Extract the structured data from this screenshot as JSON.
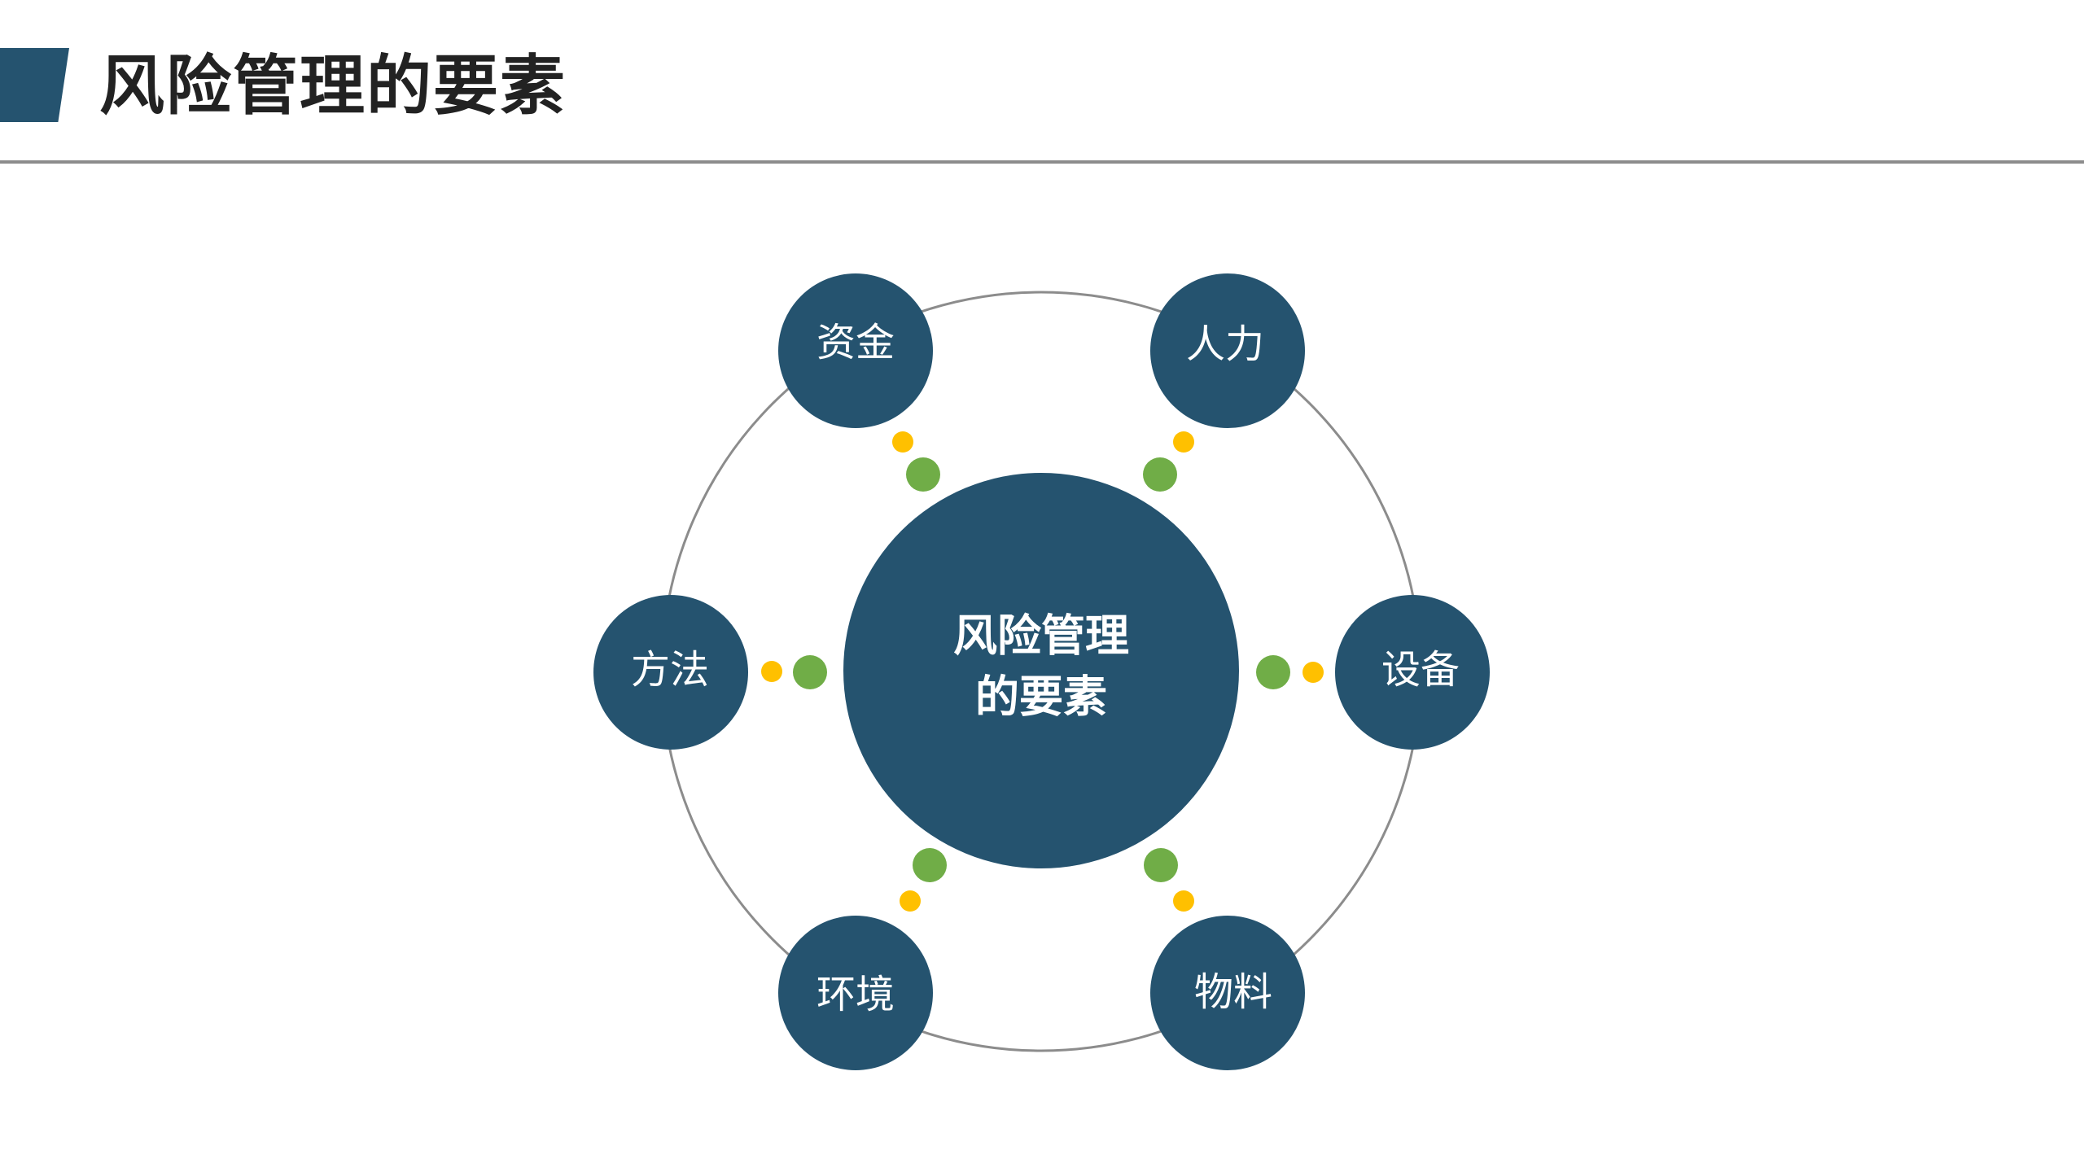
{
  "title": "风险管理的要素",
  "colors": {
    "node": "#25536f",
    "ring": "#8c8c8c",
    "dot_green": "#70ad47",
    "dot_yellow": "#ffc000",
    "rule": "#8c8c8c"
  },
  "center": {
    "line1": "风险管理",
    "line2": "的要素"
  },
  "nodes": [
    {
      "id": "funds",
      "label": "资金"
    },
    {
      "id": "manpower",
      "label": "人力"
    },
    {
      "id": "equipment",
      "label": "设备"
    },
    {
      "id": "materials",
      "label": "物料"
    },
    {
      "id": "environment",
      "label": "环境"
    },
    {
      "id": "method",
      "label": "方法"
    }
  ]
}
